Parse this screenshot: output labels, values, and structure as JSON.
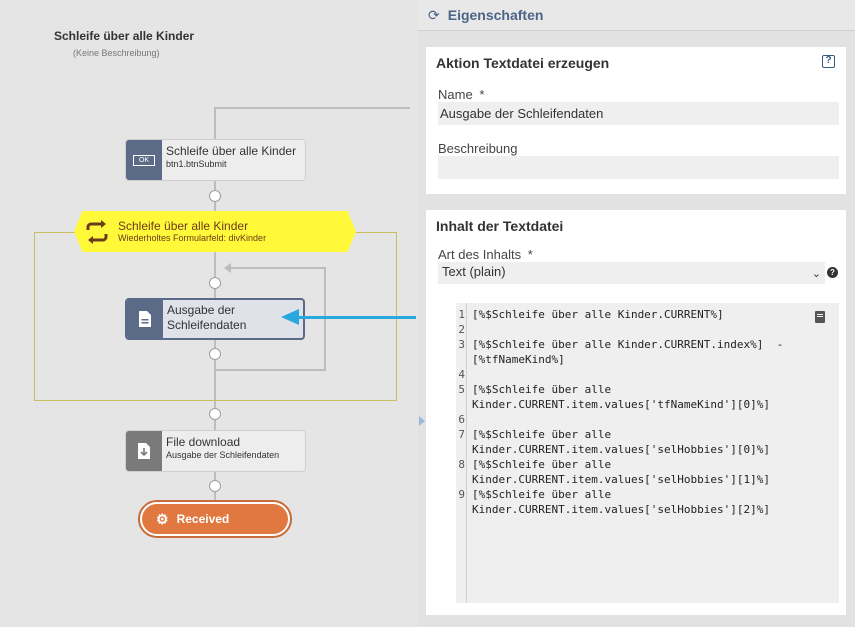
{
  "flow": {
    "title": "Schleife über alle Kinder",
    "description": "(Keine Beschreibung)"
  },
  "nodes": {
    "submit": {
      "title": "Schleife über alle Kinder",
      "subtitle": "btn1.btnSubmit",
      "icon": "button-icon",
      "icon_text": "OK"
    },
    "loop": {
      "title": "Schleife über alle Kinder",
      "subtitle": "Wiederholtes Formularfeld: divKinder",
      "icon": "loop-arrows-icon"
    },
    "output": {
      "title_line1": "Ausgabe der",
      "title_line2": "Schleifendaten",
      "icon": "text-file-icon"
    },
    "download": {
      "title": "File download",
      "subtitle": "Ausgabe der Schleifendaten",
      "icon": "file-download-icon"
    },
    "received": {
      "label": "Received",
      "icon": "gears-icon"
    }
  },
  "panel": {
    "header": "Eigenschaften",
    "action_card": {
      "title": "Aktion Textdatei erzeugen",
      "name_label": "Name",
      "required_mark": "*",
      "name_value": "Ausgabe der Schleifendaten",
      "description_label": "Beschreibung",
      "description_value": ""
    },
    "content_card": {
      "title": "Inhalt der Textdatei",
      "type_label": "Art des Inhalts",
      "required_mark": "*",
      "type_value": "Text (plain)",
      "help": "?",
      "code_lines": [
        {
          "no": "1",
          "text": "[%$Schleife über alle Kinder.CURRENT%]"
        },
        {
          "no": "2",
          "text": ""
        },
        {
          "no": "3",
          "text": "[%$Schleife über alle Kinder.CURRENT.index%]  -\n[%tfNameKind%]"
        },
        {
          "no": "4",
          "text": ""
        },
        {
          "no": "5",
          "text": "[%$Schleife über alle\nKinder.CURRENT.item.values['tfNameKind'][0]%]"
        },
        {
          "no": "6",
          "text": ""
        },
        {
          "no": "7",
          "text": "[%$Schleife über alle\nKinder.CURRENT.item.values['selHobbies'][0]%]"
        },
        {
          "no": "8",
          "text": "[%$Schleife über alle\nKinder.CURRENT.item.values['selHobbies'][1]%]"
        },
        {
          "no": "9",
          "text": "[%$Schleife über alle\nKinder.CURRENT.item.values['selHobbies'][2]%]"
        }
      ]
    }
  },
  "colors": {
    "accent_blue": "#29a8e0",
    "loop_yellow": "#fff93a",
    "received_orange": "#e07840",
    "header_blue": "#4a6587"
  }
}
